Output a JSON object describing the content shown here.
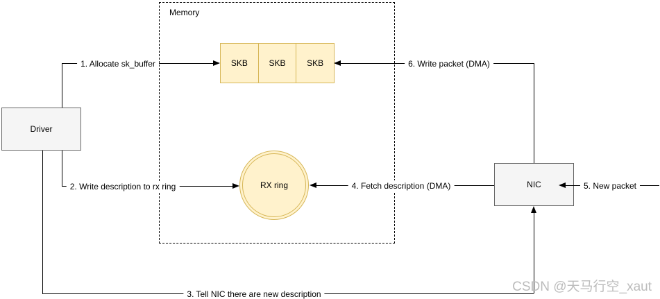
{
  "diagram": {
    "memory": {
      "label": "Memory"
    },
    "nodes": {
      "driver": "Driver",
      "nic": "NIC",
      "rx_ring": "RX ring",
      "skb": [
        "SKB",
        "SKB",
        "SKB"
      ]
    },
    "edges": [
      {
        "label": "1. Allocate sk_buffer"
      },
      {
        "label": "2. Write description to rx ring"
      },
      {
        "label": "3. Tell NIC there are new description"
      },
      {
        "label": "4. Fetch description (DMA)"
      },
      {
        "label": "5. New packet"
      },
      {
        "label": "6. Write packet (DMA)"
      }
    ],
    "colors": {
      "gray_node_fill": "#f5f5f5",
      "gray_node_border": "#666666",
      "yellow_node_fill": "#fff2cc",
      "yellow_node_border": "#d6b656",
      "line": "#000000"
    }
  },
  "watermark": {
    "text": "CSDN @天马行空_xaut"
  }
}
